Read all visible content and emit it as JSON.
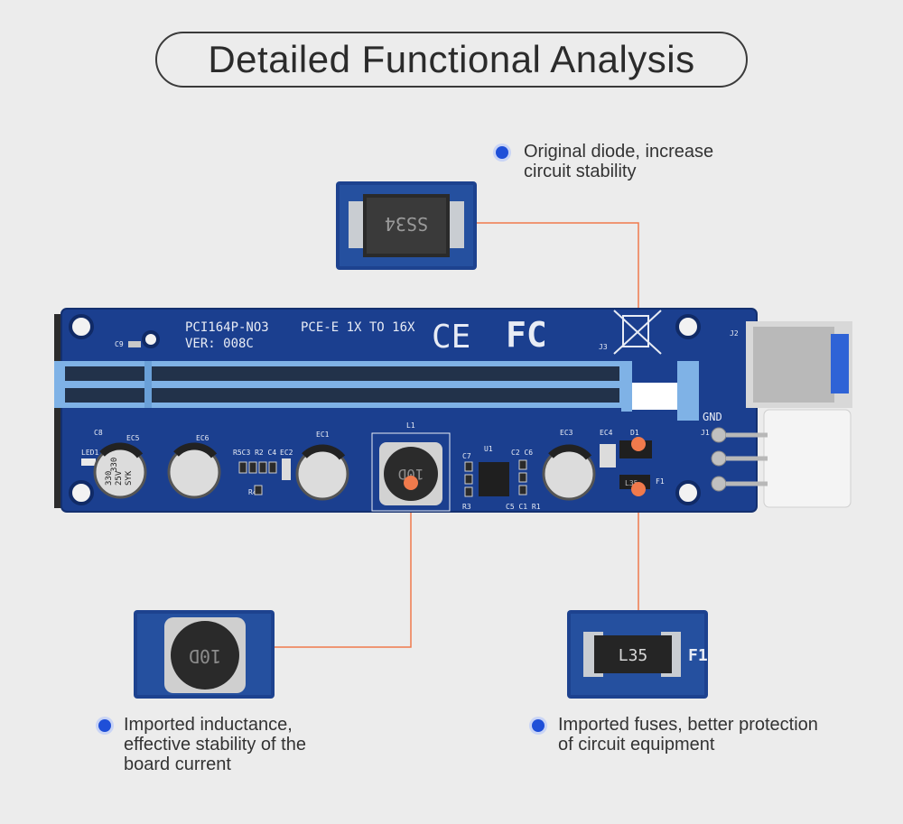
{
  "title": "Detailed Functional Analysis",
  "board": {
    "model": "PCI164P-NO3",
    "version": "VER: 008C",
    "interface": "PCE-E 1X TO 16X",
    "cert_ce": "CE",
    "cert_fc": "FC",
    "gnd": "GND",
    "labels": {
      "c9": "C9",
      "c8": "C8",
      "led1": "LED1",
      "ec5": "EC5",
      "ec6": "EC6",
      "rc": "R5C3 R2 C4",
      "ec2": "EC2",
      "ec1": "EC1",
      "l1": "L1",
      "c7": "C7",
      "u1": "U1",
      "c2c6": "C2 C6",
      "r3": "R3",
      "c5c1r1": "C5 C1 R1",
      "ec3": "EC3",
      "ec4": "EC4",
      "d1": "D1",
      "f1": "F1",
      "j1": "J1",
      "j2": "J2",
      "j3": "J3",
      "r4": "R4"
    },
    "cap_marking": [
      "330",
      "25V",
      "SYK"
    ],
    "inductor_marking": "10D",
    "fuse_marking": "L35",
    "diode_marking": "SS34"
  },
  "callouts": {
    "diode": [
      "Original diode, increase",
      "circuit stability"
    ],
    "inductor": [
      "Imported inductance,",
      "effective stability of the",
      "board current"
    ],
    "fuse": [
      "Imported fuses, better protection",
      "of circuit equipment"
    ]
  },
  "zoom_labels": {
    "fuse_ref": "F1"
  },
  "colors": {
    "accent": "#1f4fd8",
    "leader": "#f07a4c",
    "pcb": "#1b3f8f",
    "slot": "#7fb2e6"
  }
}
